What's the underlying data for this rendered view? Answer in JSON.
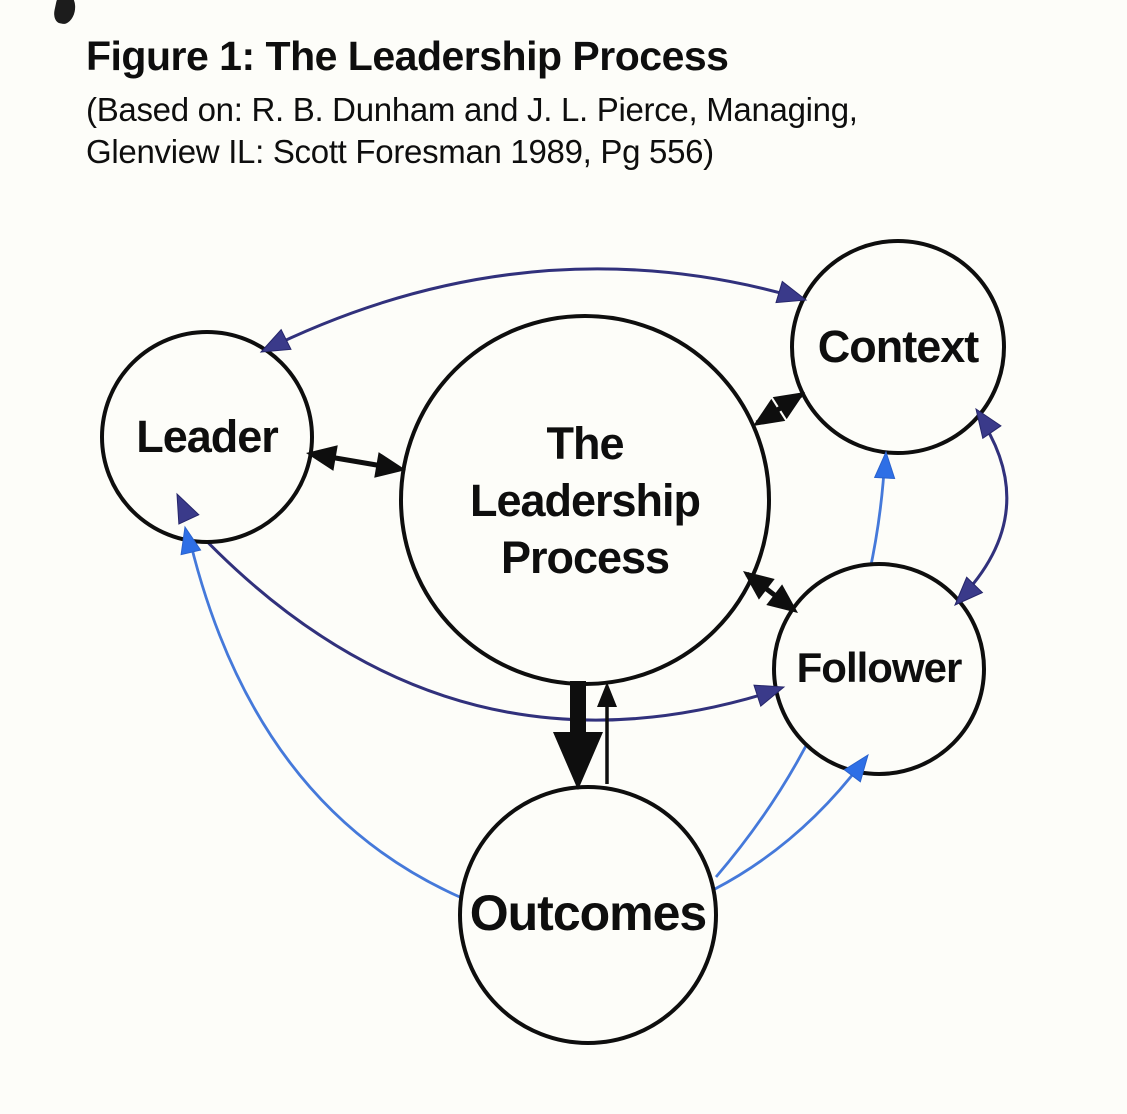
{
  "figure": {
    "title": "Figure 1: The Leadership Process",
    "citation_line1": "(Based on: R. B. Dunham and J. L. Pierce, Managing,",
    "citation_line2": "Glenview IL: Scott Foresman 1989, Pg 556)"
  },
  "diagram": {
    "nodes": [
      {
        "id": "leader",
        "label": "Leader"
      },
      {
        "id": "process",
        "label": "The Leadership Process",
        "lines": [
          "The",
          "Leadership",
          "Process"
        ]
      },
      {
        "id": "context",
        "label": "Context"
      },
      {
        "id": "follower",
        "label": "Follower"
      },
      {
        "id": "outcomes",
        "label": "Outcomes"
      }
    ],
    "edges": [
      {
        "from": "leader",
        "to": "context",
        "style": "navy",
        "heads": "both",
        "route": "arc-over-top"
      },
      {
        "from": "leader",
        "to": "process",
        "style": "black",
        "heads": "both",
        "route": "straight"
      },
      {
        "from": "process",
        "to": "context",
        "style": "black",
        "heads": "both",
        "route": "straight"
      },
      {
        "from": "process",
        "to": "follower",
        "style": "black",
        "heads": "both",
        "route": "straight"
      },
      {
        "from": "process",
        "to": "outcomes",
        "style": "black-thick",
        "heads": "end",
        "route": "straight-down"
      },
      {
        "from": "outcomes",
        "to": "process",
        "style": "black-thin",
        "heads": "end",
        "route": "straight-up"
      },
      {
        "from": "leader",
        "to": "follower",
        "style": "navy",
        "heads": "both",
        "route": "arc-under-process"
      },
      {
        "from": "outcomes",
        "to": "leader",
        "style": "blue",
        "heads": "end",
        "route": "arc-left"
      },
      {
        "from": "outcomes",
        "to": "follower",
        "style": "blue",
        "heads": "end",
        "route": "arc-right"
      },
      {
        "from": "outcomes",
        "to": "context",
        "style": "blue",
        "heads": "end",
        "route": "arc-past-follower"
      },
      {
        "from": "context",
        "to": "follower",
        "style": "navy",
        "heads": "both",
        "route": "arc-right-side"
      }
    ],
    "colors": {
      "ink": "#0e0e0e",
      "navy": "#31317c",
      "blue": "#4579da",
      "paper": "#fdfdf9"
    }
  }
}
